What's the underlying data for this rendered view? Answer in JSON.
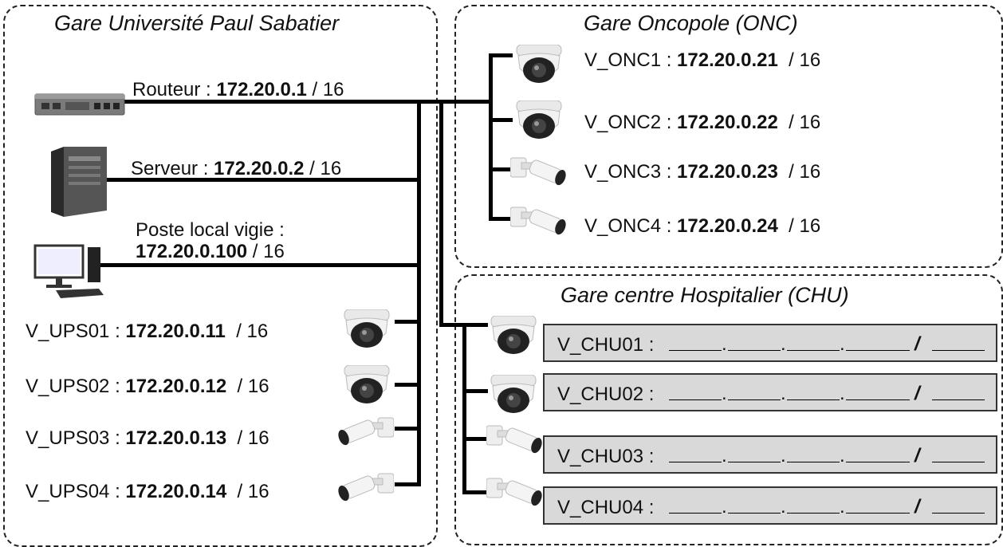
{
  "zones": {
    "ups": "Gare Université Paul Sabatier",
    "onc": "Gare Oncopole (ONC)",
    "chu": "Gare centre Hospitalier (CHU)"
  },
  "devices": {
    "router": {
      "prefix": "Routeur : ",
      "ip": "172.20.0.1",
      "mask": " / 16"
    },
    "server": {
      "prefix": "Serveur : ",
      "ip": "172.20.0.2",
      "mask": " / 16"
    },
    "post": {
      "line1": "Poste local vigie :",
      "ip": "172.20.0.100",
      "mask": " / 16"
    }
  },
  "ups_cams": [
    {
      "name": "V_UPS01 : ",
      "ip": "172.20.0.11",
      "mask": "  / 16"
    },
    {
      "name": "V_UPS02 : ",
      "ip": "172.20.0.12",
      "mask": "  / 16"
    },
    {
      "name": "V_UPS03 : ",
      "ip": "172.20.0.13",
      "mask": "  / 16"
    },
    {
      "name": "V_UPS04 : ",
      "ip": "172.20.0.14",
      "mask": "  / 16"
    }
  ],
  "onc_cams": [
    {
      "name": "V_ONC1 : ",
      "ip": "172.20.0.21",
      "mask": "  / 16"
    },
    {
      "name": "V_ONC2 : ",
      "ip": "172.20.0.22",
      "mask": "  / 16"
    },
    {
      "name": "V_ONC3 : ",
      "ip": "172.20.0.23",
      "mask": "  / 16"
    },
    {
      "name": "V_ONC4 : ",
      "ip": "172.20.0.24",
      "mask": "  / 16"
    }
  ],
  "chu_cams": [
    {
      "name": "V_CHU01 :",
      "dot": ".",
      "slash": "/"
    },
    {
      "name": "V_CHU02 :",
      "dot": ".",
      "slash": "/"
    },
    {
      "name": "V_CHU03 :",
      "dot": ".",
      "slash": "/"
    },
    {
      "name": "V_CHU04 :",
      "dot": ".",
      "slash": "/"
    }
  ]
}
